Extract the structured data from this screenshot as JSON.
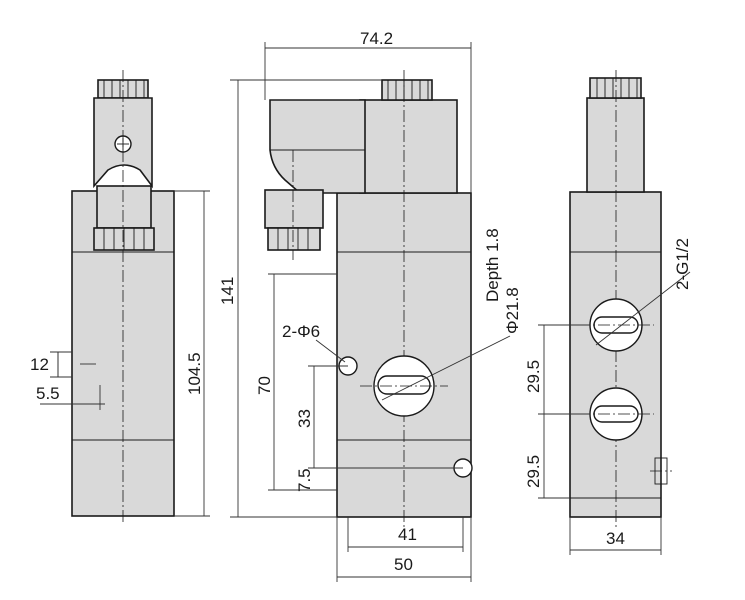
{
  "dimensions": {
    "overall_width": "74.2",
    "overall_height": "141",
    "body_height": "104.5",
    "mount_span_v": "70",
    "hole_offset_v": "33",
    "hole_bottom": "7.5",
    "hole_spacing_h": "41",
    "body_width": "50",
    "side_width": "34",
    "port_pitch_upper": "29.5",
    "port_pitch_lower": "29.5",
    "slot_height": "12",
    "slot_offset": "5.5"
  },
  "labels": {
    "mount_holes": "2-Φ6",
    "port_dia": "Φ21.8",
    "port_depth": "Depth 1.8",
    "side_ports": "2-G1/2"
  }
}
